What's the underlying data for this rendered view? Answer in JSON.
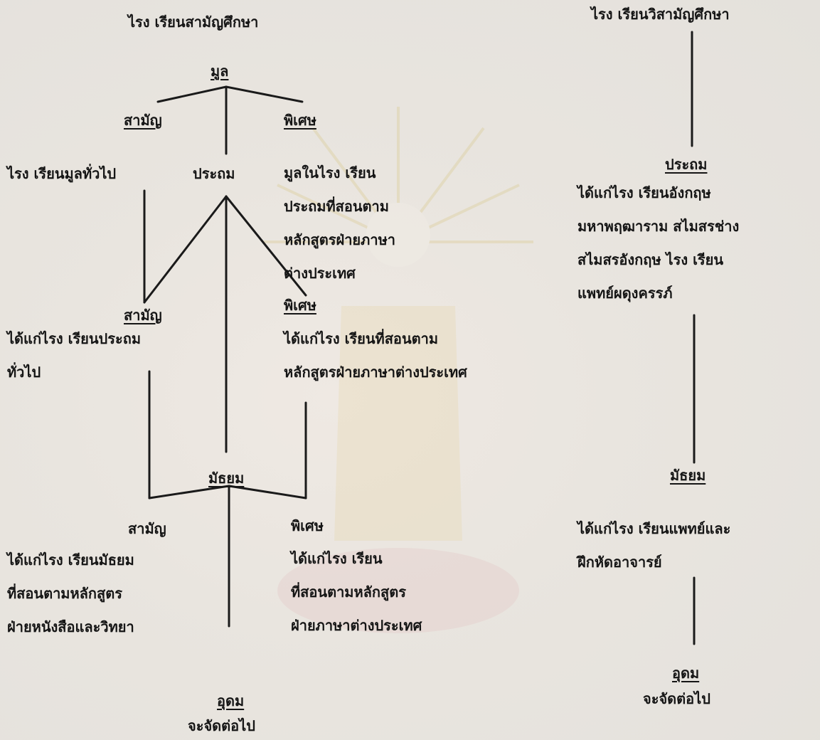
{
  "left": {
    "title": "ไรง เรียนสามัญศึกษา",
    "mool": "มูล",
    "mool_saman": "สามัญ",
    "mool_pised": "พิเศษ",
    "mool_general": "ไรง เรียนมูลทั่วไป",
    "prathom": "ประถม",
    "mool_special_desc": [
      "มูลในไรง เรียน",
      "ประถมที่สอนตาม",
      "หลักสูตรฝ่ายภาษา",
      "ต่างประเทศ"
    ],
    "prathom_saman": "สามัญ",
    "prathom_saman_desc": [
      "ได้แก่ไรง เรียนประถม",
      "ทั่วไป"
    ],
    "prathom_pised": "พิเศษ",
    "prathom_pised_desc": [
      "ได้แก่ไรง เรียนที่สอนตาม",
      "หลักสูตรฝ่ายภาษาต่างประเทศ"
    ],
    "mathayom": "มัธยม",
    "mathayom_saman": "สามัญ",
    "mathayom_saman_desc": [
      "ได้แก่ไรง เรียนมัธยม",
      "ที่สอนตามหลักสูตร",
      "ฝ่ายหนังสือและวิทยา"
    ],
    "mathayom_pised": "พิเศษ",
    "mathayom_pised_desc": [
      "ได้แก่ไรง เรียน",
      "ที่สอนตามหลักสูตร",
      "ฝ่ายภาษาต่างประเทศ"
    ],
    "udom": "อุดม",
    "udom_desc": "จะจัดต่อไป"
  },
  "right": {
    "title": "ไรง เรียนวิสามัญศึกษา",
    "prathom": "ประถม",
    "prathom_desc": [
      "ได้แก่ไรง เรียนอังกฤษ",
      "มหาพฤฒาราม สไมสรช่าง",
      "สไมสรอังกฤษ  ไรง เรียน",
      "แพทย์ผดุงครรภ์"
    ],
    "mathayom": "มัธยม",
    "mathayom_desc": [
      "ได้แก่ไรง เรียนแพทย์และ",
      "ฝึกหัดอาจารย์"
    ],
    "udom": "อุดม",
    "udom_desc": "จะจัดต่อไป"
  }
}
